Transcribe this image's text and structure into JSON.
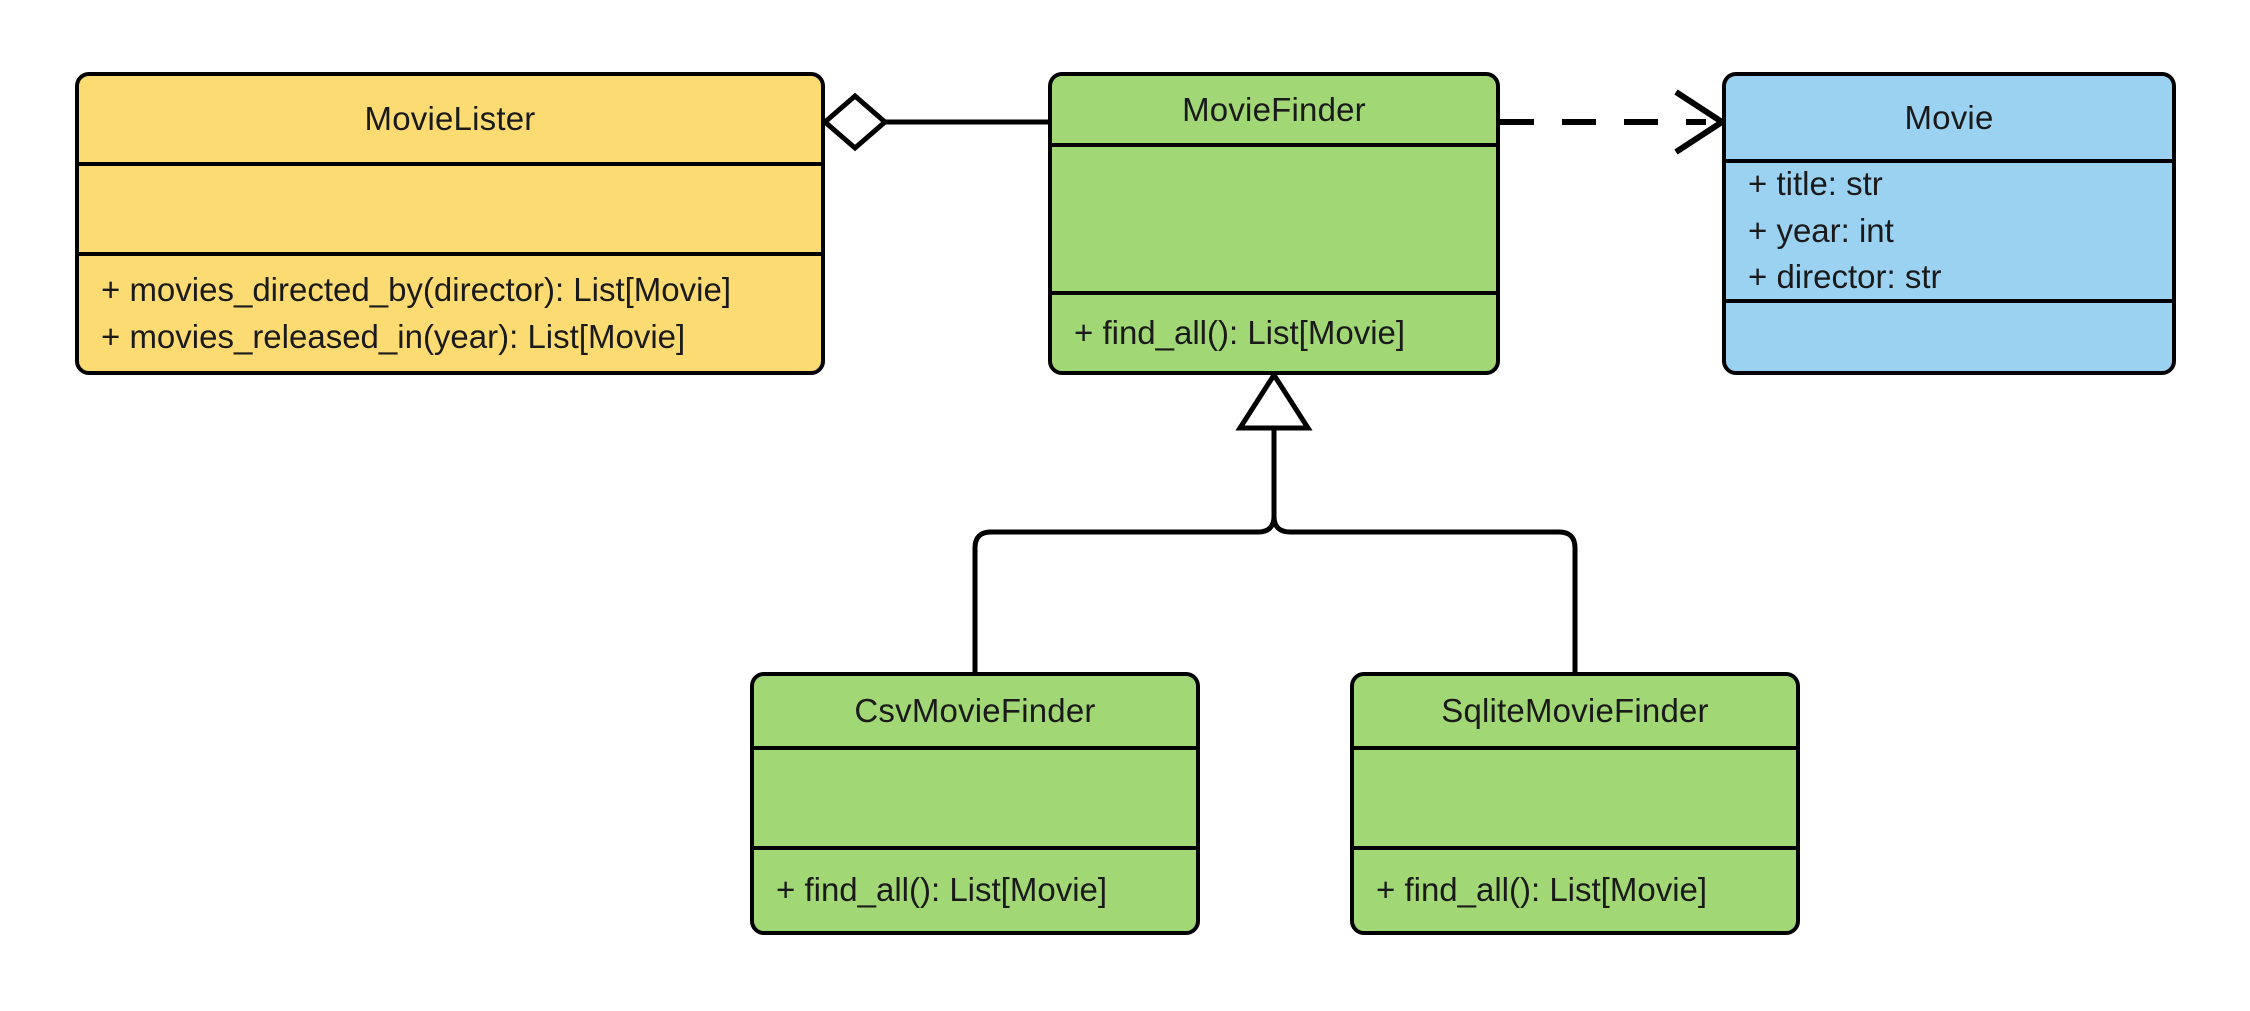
{
  "diagram": {
    "kind": "uml-class-diagram",
    "background": "#ffffff",
    "stroke": "#000000",
    "text_color": "#1a1a1a"
  },
  "colors": {
    "lister": "#FCDC72",
    "finder": "#A2D775",
    "movie": "#9BD2F2",
    "line": "#000000"
  },
  "classes": {
    "movie_lister": {
      "name": "MovieLister",
      "fill": "#FCDC72",
      "attributes": [],
      "methods": [
        "+ movies_directed_by(director): List[Movie]",
        "+ movies_released_in(year): List[Movie]"
      ]
    },
    "movie_finder": {
      "name": "MovieFinder",
      "fill": "#A2D775",
      "attributes": [],
      "methods": [
        "+ find_all(): List[Movie]"
      ]
    },
    "movie": {
      "name": "Movie",
      "fill": "#9BD2F2",
      "attributes": [
        "+ title: str",
        "+ year: int",
        "+ director: str"
      ],
      "methods": []
    },
    "csv_movie_finder": {
      "name": "CsvMovieFinder",
      "fill": "#A2D775",
      "attributes": [],
      "methods": [
        "+ find_all(): List[Movie]"
      ]
    },
    "sqlite_movie_finder": {
      "name": "SqliteMovieFinder",
      "fill": "#A2D775",
      "attributes": [],
      "methods": [
        "+ find_all(): List[Movie]"
      ]
    }
  },
  "relationships": [
    {
      "id": "aggregation-lister-finder",
      "type": "aggregation",
      "source": "MovieLister",
      "target": "MovieFinder",
      "marker": "hollow-diamond",
      "line_style": "solid"
    },
    {
      "id": "dependency-finder-movie",
      "type": "dependency",
      "source": "MovieFinder",
      "target": "Movie",
      "marker": "open-arrow",
      "line_style": "dashed"
    },
    {
      "id": "generalization-csv-finder",
      "type": "generalization",
      "source": "CsvMovieFinder",
      "target": "MovieFinder",
      "marker": "hollow-triangle",
      "line_style": "solid"
    },
    {
      "id": "generalization-sqlite-finder",
      "type": "generalization",
      "source": "SqliteMovieFinder",
      "target": "MovieFinder",
      "marker": "hollow-triangle",
      "line_style": "solid"
    }
  ]
}
